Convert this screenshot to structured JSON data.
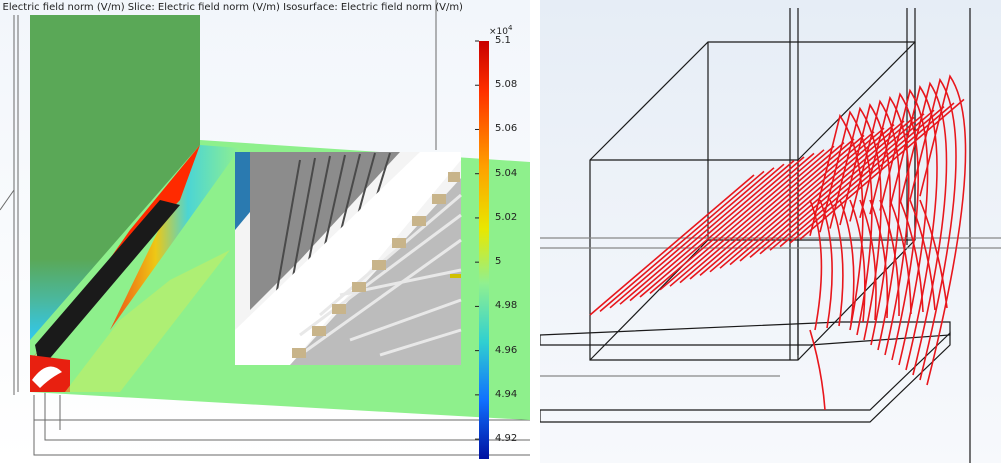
{
  "plot_title": ": Electric field norm (V/m)  Slice: Electric field norm (V/m)  Isosurface: Electric field norm (V/m)",
  "colorbar": {
    "multiplier": "×10",
    "exponent": "4",
    "tick_labels": [
      "5.1",
      "5.08",
      "5.06",
      "5.04",
      "5.02",
      "5",
      "4.98",
      "4.96",
      "4.94",
      "4.92"
    ],
    "tick_values": [
      5.1,
      5.08,
      5.06,
      5.04,
      5.02,
      5.0,
      4.98,
      4.96,
      4.94,
      4.92
    ]
  },
  "colors": {
    "slice_green": "#5aa857",
    "streamline_red": "#e8161c",
    "edge_black": "#1a1a1a"
  }
}
